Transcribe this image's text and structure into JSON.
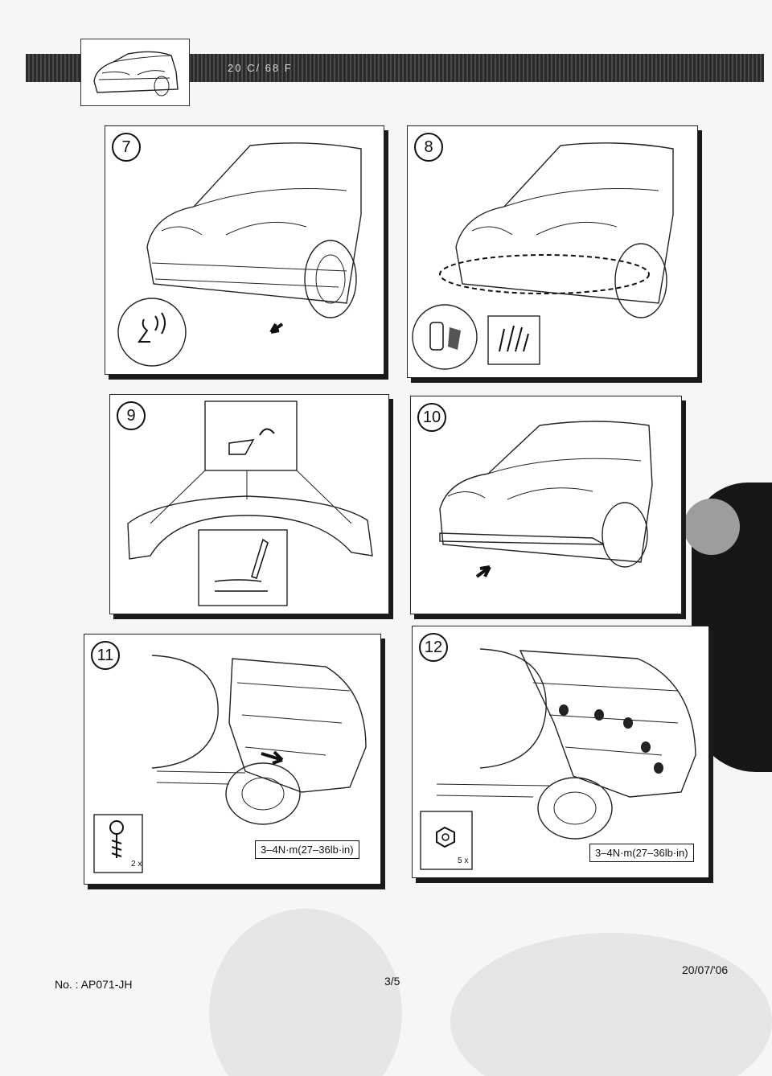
{
  "header": {
    "code": "20 C/ 68 F"
  },
  "steps": [
    {
      "number": "7"
    },
    {
      "number": "8"
    },
    {
      "number": "9"
    },
    {
      "number": "10"
    },
    {
      "number": "11",
      "torque": "3–4N·m(27–36lb·in)",
      "quantity": "2 x"
    },
    {
      "number": "12",
      "torque": "3–4N·m(27–36lb·in)",
      "quantity": "5 x"
    }
  ],
  "footer": {
    "doc_no": "No. : AP071-JH",
    "page": "3/5",
    "date": "20/07/'06"
  }
}
